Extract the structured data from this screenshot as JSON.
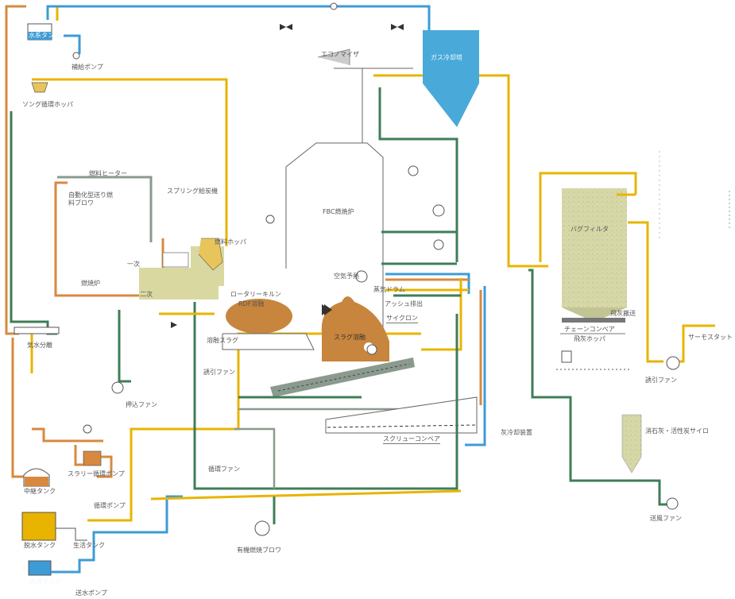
{
  "diagram": {
    "left_tanks": {
      "top_tank": "水系タンク",
      "top_pump": "補給ポンプ",
      "dosing": "ソング循環ホッパ",
      "drum": "気水分離",
      "bottom_tank": "中継タンク",
      "sludge_tank": "脱水タンク",
      "sludge_pump": "スラリー循環ポンプ",
      "clear_tank": "生活タンク",
      "clear_pump": "循環ポンプ",
      "water_tank": "水道タンク",
      "water_pump": "送水ポンプ"
    },
    "feed": {
      "pipe_label": "燃料ヒーター",
      "feeder": "自動化型送り燃料ブロワ",
      "spring": "スプリング給炭機",
      "hopper": "燃料ホッパ",
      "bed": "燃焼炉",
      "stage_a": "一次",
      "stage_b": "二次"
    },
    "furnace": {
      "main": "FBC燃焼炉",
      "rotor": "ロータリーキルン",
      "rotor_sub": "RDF溶融",
      "dome": "スラグ溶融",
      "air_label": "空気予熱",
      "ash": "アッシュ排出",
      "cyclone": "サイクロン",
      "fan": "押込ファン",
      "fan2": "誘引ファン",
      "circ_fan": "循環ファン",
      "blower": "有機燃焼ブロワ",
      "tray": "溶融スラグ",
      "conveyor": "スクリューコンベア",
      "tray_label": "灰冷却装置",
      "econ": "エコノマイザ",
      "dust_top": "ガス冷却塔",
      "steam_label": "蒸気ドラム"
    },
    "bag": {
      "name": "バグフィルタ",
      "chain": "チェーンコンベア",
      "dust": "飛灰搬送",
      "dust2": "飛灰ホッパ",
      "fan": "誘引ファン",
      "stack": "サーモスタット",
      "silo": "消石灰・活性炭サイロ",
      "silo_fan": "送風ファン"
    }
  },
  "colors": {
    "blue": "#3d9bd6",
    "orange": "#d7893f",
    "yellow": "#e8b400",
    "green": "#3f7d57",
    "gray": "#8a9a8e",
    "cyan": "#49a9d8",
    "khaki": "#d9d8a0",
    "bed": "#c7853d"
  }
}
